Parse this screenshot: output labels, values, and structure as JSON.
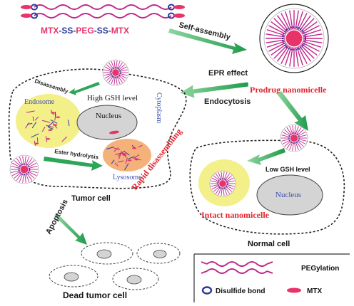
{
  "formula": {
    "mtx_left": "MTX",
    "ss_left": "-SS-",
    "peg": "PEG",
    "ss_right": "-SS-",
    "mtx_right": "MTX"
  },
  "labels": {
    "self_assembly": "Self-assembly",
    "prodrug_nanomicelle": "Prodrug nanomicelle",
    "epr_effect": "EPR effect",
    "endocytosis": "Endocytosis",
    "disassembly": "Disassembly",
    "high_gsh": "High GSH level",
    "cytoplasm": "Cytoplasm",
    "endosome": "Endosome",
    "nucleus_tumor": "Nucleus",
    "ester_hydrolysis": "Ester hydrolysis",
    "lysosome": "Lysosome",
    "rapid_disassembling": "Rapid disassembling",
    "tumor_cell": "Tumor cell",
    "low_gsh": "Low GSH level",
    "nucleus_normal": "Nucleus",
    "intact_nanomicelle": "Intact nanomicelle",
    "normal_cell": "Normal cell",
    "apoptosis": "Apoptosis",
    "dead_tumor_cell": "Dead tumor cell"
  },
  "legend": {
    "pegylation": "PEGylation",
    "disulfide_bond": "Disulfide bond",
    "mtx": "MTX"
  },
  "colors": {
    "mtx": "#e8336a",
    "peg": "#c0268c",
    "disulfide": "#2a3a9a",
    "arrow": "#2fa55a",
    "red_text": "#e0252d",
    "blue_text": "#3a4fb0",
    "endosome": "#f3f08a",
    "lysosome": "#f4b27a",
    "nucleus": "#d4d4d4"
  }
}
